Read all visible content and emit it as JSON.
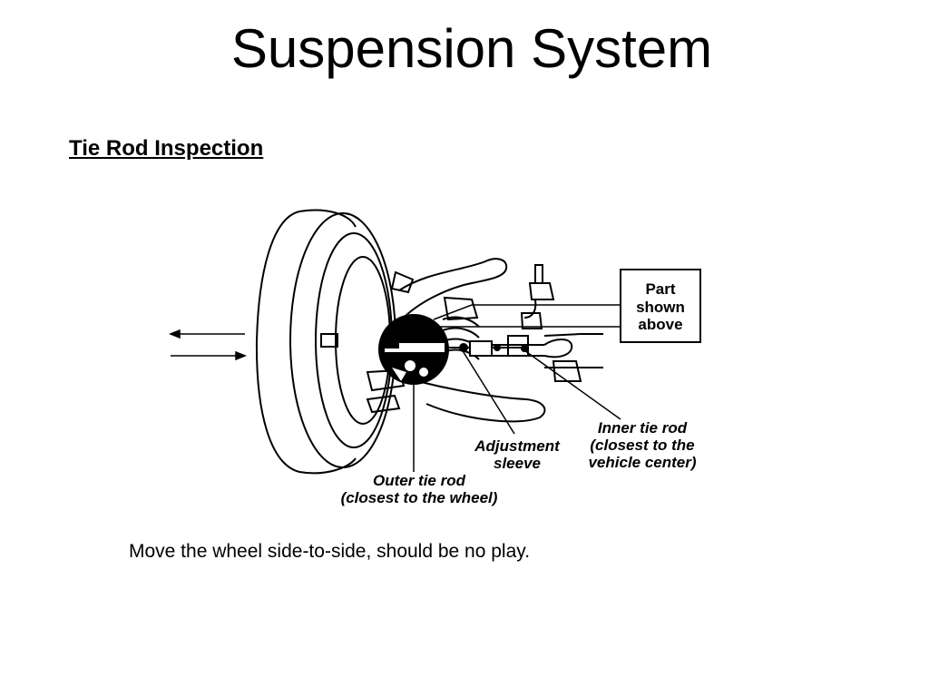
{
  "slide": {
    "title": "Suspension System",
    "subtitle": "Tie Rod Inspection",
    "caption": "Move the wheel side-to-side, should be no play."
  },
  "diagram": {
    "callout_box": [
      "Part",
      "shown",
      "above"
    ],
    "labels": {
      "adjustment_sleeve": [
        "Adjustment",
        "sleeve"
      ],
      "inner_tie_rod": [
        "Inner tie rod",
        "(closest to the",
        "vehicle center)"
      ],
      "outer_tie_rod": [
        "Outer tie rod",
        "(closest to the wheel)"
      ]
    }
  }
}
